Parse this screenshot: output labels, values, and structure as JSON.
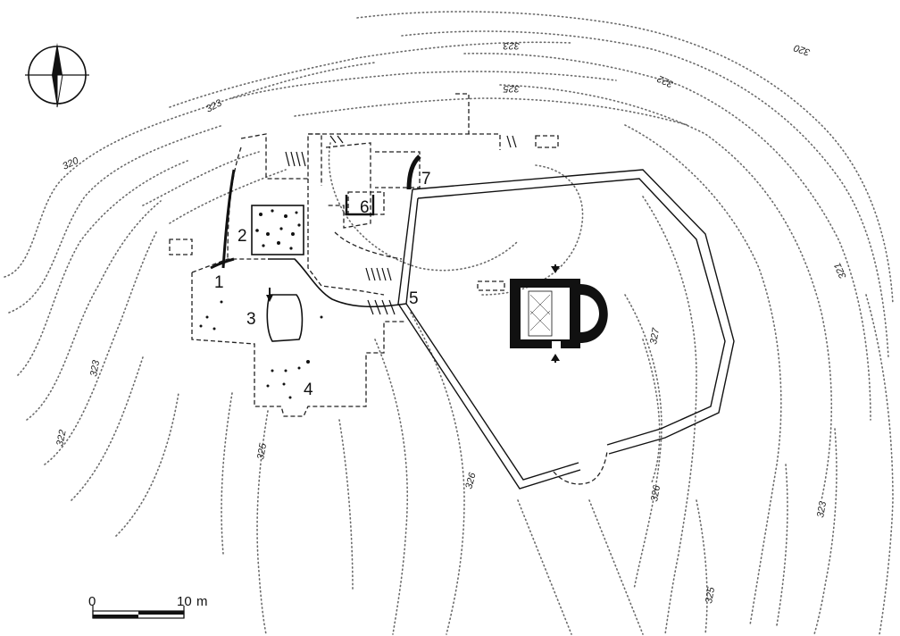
{
  "site_numbers": [
    "1",
    "2",
    "3",
    "4",
    "5",
    "6",
    "7"
  ],
  "contour_labels": [
    {
      "text": "320",
      "id": "c320-left"
    },
    {
      "text": "323",
      "id": "c323-top"
    },
    {
      "text": "323",
      "id": "c323-topright"
    },
    {
      "text": "325",
      "id": "c325-top"
    },
    {
      "text": "322",
      "id": "c322-top"
    },
    {
      "text": "320",
      "id": "c320-right"
    },
    {
      "text": "321",
      "id": "c321-right"
    },
    {
      "text": "327",
      "id": "c327"
    },
    {
      "text": "323",
      "id": "c323-left"
    },
    {
      "text": "322",
      "id": "c322-left"
    },
    {
      "text": "325",
      "id": "c325-mid"
    },
    {
      "text": "326",
      "id": "c326-mid"
    },
    {
      "text": "326",
      "id": "c326-right"
    },
    {
      "text": "325",
      "id": "c325-bottom"
    },
    {
      "text": "323",
      "id": "c323-right"
    }
  ],
  "scale_bar": {
    "start_label": "0",
    "end_label": "10",
    "unit": "m"
  },
  "north_arrow": {
    "icon": "north-arrow-icon"
  }
}
